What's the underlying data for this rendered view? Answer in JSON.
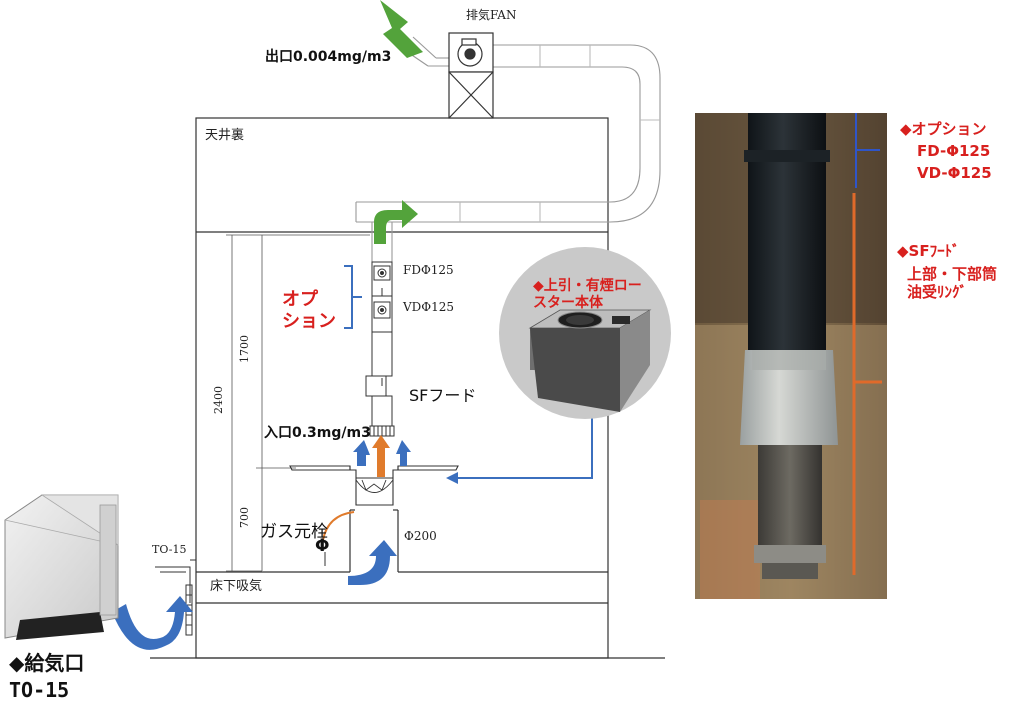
{
  "labels": {
    "exhaust_fan": "排気FAN",
    "outlet_reading": "出口0.004mg/m3",
    "ceiling_space": "天井裏",
    "option_fd": "FDΦ125",
    "option_vd": "VDΦ125",
    "option_title": "オプ\nション",
    "sf_hood": "SFフード",
    "inlet_reading": "入口0.3mg/m3",
    "roaster_title": "◆上引・有煙ロー\nスター本体",
    "dim_1700": "1700",
    "dim_2400": "2400",
    "dim_700": "700",
    "gas_valve": "ガス元栓",
    "phi_symbol": "Φ",
    "duct_phi200": "Φ200",
    "to15_small": "TO-15",
    "underfloor_intake": "床下吸気",
    "supply_port_title": "◆給気口",
    "supply_port_model": "TO-15",
    "photo_option_title": "◆オプション",
    "photo_option_fd": "FD-Φ125",
    "photo_option_vd": "VD-Φ125",
    "photo_sf_hood_title": "◆SFﾌｰﾄﾞ",
    "photo_sf_hood_parts": "上部・下部筒\n油受ﾘﾝｸﾞ"
  },
  "colors": {
    "green_arrow": "#53a33b",
    "blue_arrow": "#3b6fbe",
    "orange_arrow": "#e07b2c",
    "red_text": "#d8201e",
    "line": "#333333",
    "photo_orange": "#e06a2a",
    "photo_blue": "#2f55c8"
  }
}
